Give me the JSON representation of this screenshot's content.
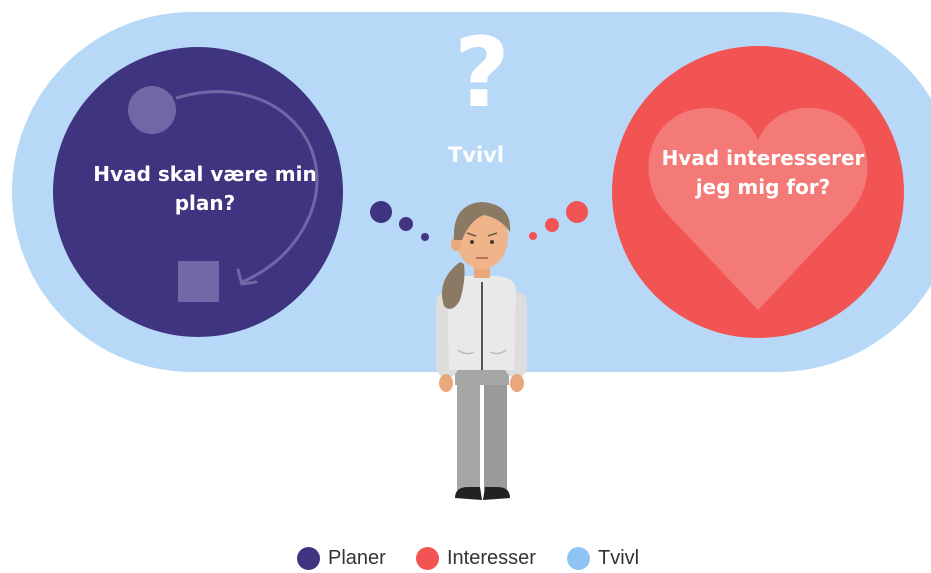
{
  "diagram": {
    "center_label": "Tvivl",
    "question_mark": "?",
    "left_circle_text": "Hvad skal være min plan?",
    "right_circle_text": "Hvad interesserer jeg mig for?"
  },
  "legend": {
    "items": [
      {
        "label": "Planer",
        "color": "#3f3480"
      },
      {
        "label": "Interesser",
        "color": "#f25353"
      },
      {
        "label": "Tvivl",
        "color": "#8ec4f2"
      }
    ]
  },
  "colors": {
    "background_pill": "#b7d9f7",
    "planer": "#3f3480",
    "interesser": "#f25353",
    "heart": "#f47a78",
    "plan_shapes": "#7067a6"
  }
}
